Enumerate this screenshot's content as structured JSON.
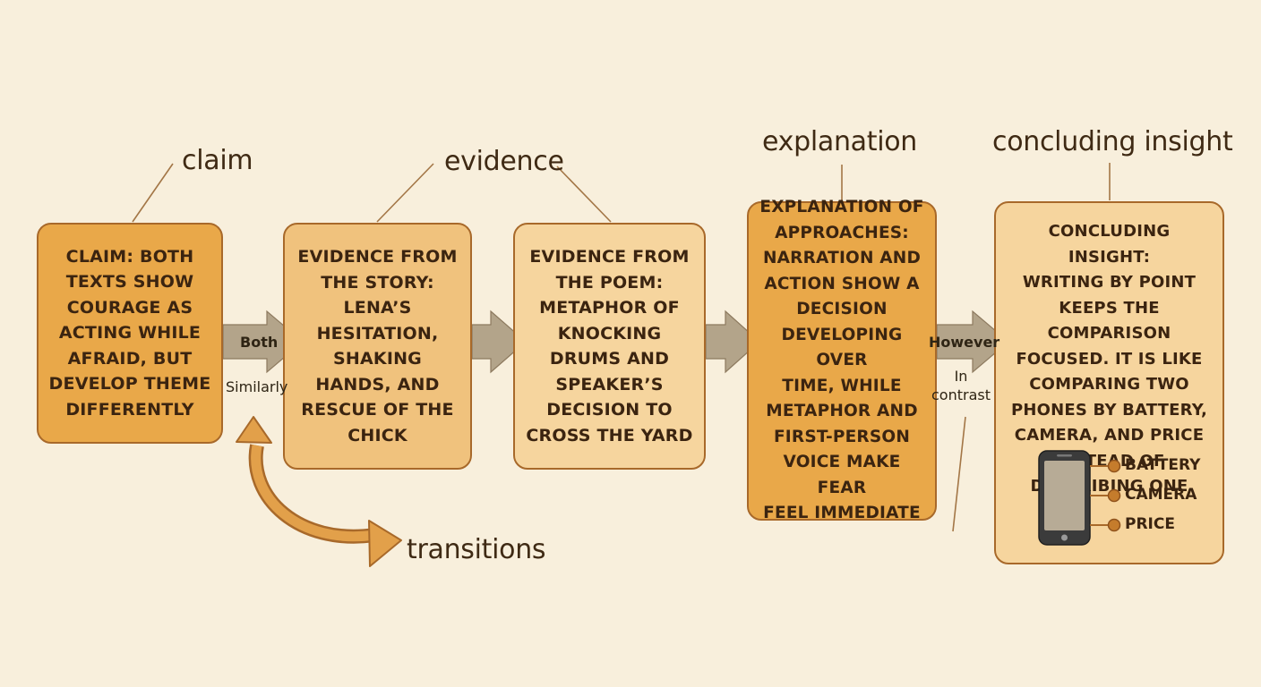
{
  "labels": {
    "claim": "claim",
    "evidence": "evidence",
    "explanation": "explanation",
    "concluding": "concluding insight",
    "transitions": "transitions"
  },
  "boxes": {
    "claim": "CLAIM: BOTH\nTEXTS SHOW\nCOURAGE AS\nACTING WHILE\nAFRAID, BUT\nDEVELOP THEME\nDIFFERENTLY",
    "evidence_story": "EVIDENCE FROM\nTHE STORY:\nLENA’S\nHESITATION,\nSHAKING\nHANDS, AND\nRESCUE OF THE\nCHICK",
    "evidence_poem": "EVIDENCE FROM\nTHE POEM:\nMETAPHOR OF\nKNOCKING\nDRUMS AND\nSPEAKER’S\nDECISION TO\nCROSS THE YARD",
    "explanation": "EXPLANATION OF\nAPPROACHES:\nNARRATION AND\nACTION SHOW A\nDECISION\nDEVELOPING OVER\nTIME, WHILE\nMETAPHOR AND\nFIRST-PERSON\nVOICE MAKE FEAR\nFEEL IMMEDIATE",
    "concluding": "CONCLUDING INSIGHT:\nWRITING BY POINT\nKEEPS THE COMPARISON\nFOCUSED. IT IS LIKE\nCOMPARING TWO\nPHONES BY BATTERY,\nCAMERA, AND PRICE\nINSTEAD OF\nDESCRIBING ONE"
  },
  "transitions": {
    "both": "Both",
    "similarly": "Similarly",
    "however": "However",
    "in_contrast": "In\ncontrast"
  },
  "phone_features": [
    "BATTERY",
    "CAMERA",
    "PRICE"
  ],
  "colors": {
    "background": "#f8efdc",
    "box_dark": "#e9a849",
    "box_mid": "#f0c27d",
    "box_light": "#f6d59e",
    "border": "#a8692a",
    "arrow": "#b3a48a",
    "curve_arrow": "#e2a04a",
    "text": "#3b2410"
  },
  "icons": [
    "phone-icon",
    "bullet-dot-icon",
    "curved-double-arrow-icon",
    "right-arrow-icon"
  ]
}
